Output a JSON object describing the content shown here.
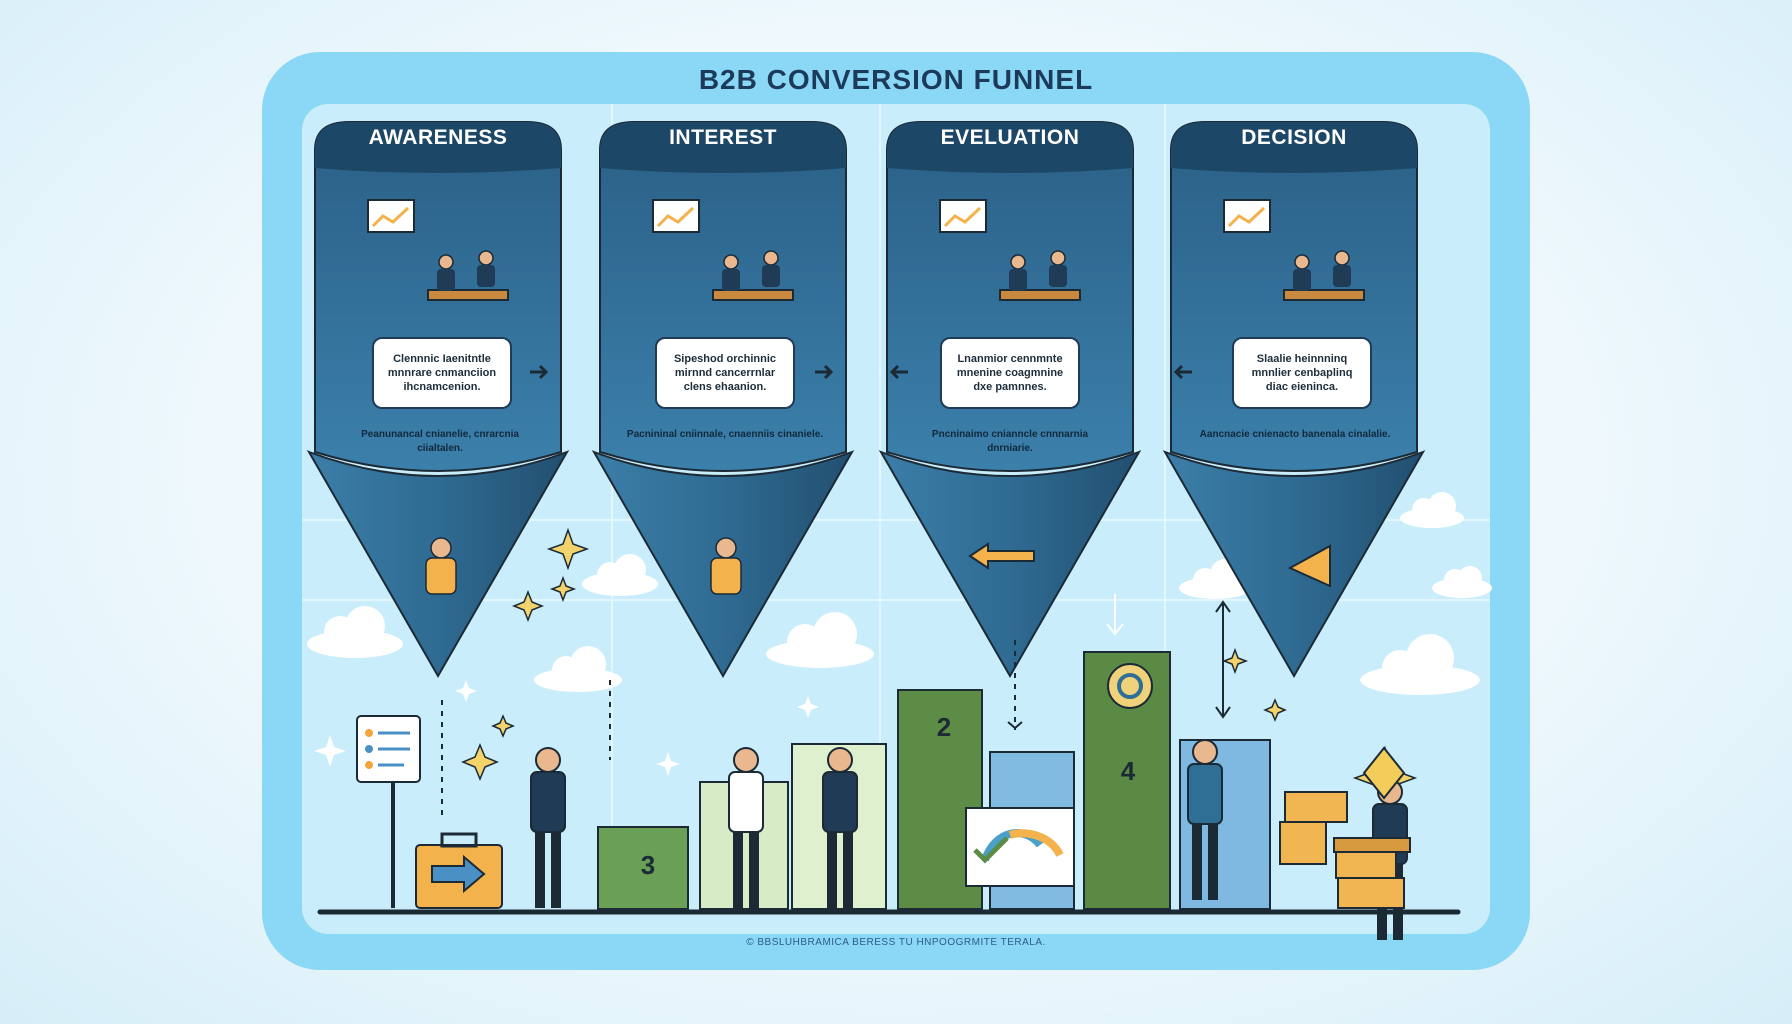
{
  "title": "B2B CONVERSION  FUNNEL",
  "stages": [
    {
      "name": "AWARENESS",
      "box_text": "Clennnic Iaenitntle mnnrare cnmanciion ihcnamcenion.",
      "caption": "Peanunancal cnianelie, cnrarcnia ciialtalen."
    },
    {
      "name": "INTEREST",
      "box_text": "Sipeshod orchinnic mirnnd cancerrnlar clens ehaanion.",
      "caption": "Pacnininal cniinnale, cnaenniis cinaniele."
    },
    {
      "name": "EVELUATION",
      "box_text": "Lnanmior cennmnte mnenine coagmnine dxe pamnnes.",
      "caption": "Pncninaimo cnianncle cnnnarnia dnrniarie."
    },
    {
      "name": "DECISION",
      "box_text": "Slaalie heinnninq mnnlier cenbaplinq diac eieninca.",
      "caption": "Aancnacie cnienacto banenala cinalalie."
    }
  ],
  "bar_labels": [
    "3",
    "2",
    "4"
  ],
  "footnote": "© BBSLUHBRAMICA BERESS TU HNPOOGRMITE TERALA.",
  "colors": {
    "frame": "#88d6f5",
    "panel": "#2f6f96",
    "panel_dark": "#1d4766",
    "sky": "#c8ecfb",
    "green": "#5f8d48",
    "blue_bar": "#7db6dd"
  },
  "icons": [
    "star-icon",
    "sparkle-icon",
    "cloud-icon",
    "arrow-right-icon",
    "arrow-left-icon",
    "monitor-icon",
    "chart-icon",
    "magnifier-icon",
    "briefcase-icon",
    "signpost-icon",
    "person-icon",
    "megaphone-icon"
  ]
}
